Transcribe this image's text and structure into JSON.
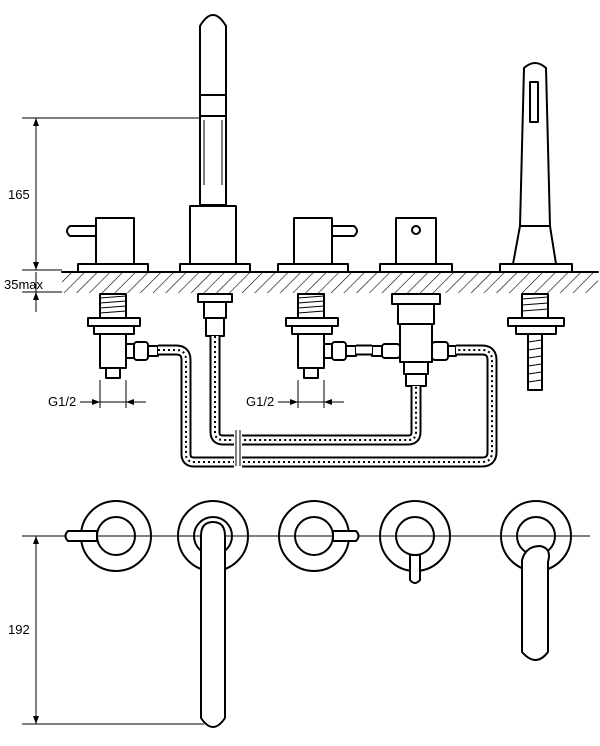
{
  "dimensions": {
    "spout_height": "165",
    "deck_thickness": "35max",
    "connection_left": "G1/2",
    "connection_right": "G1/2",
    "spout_reach": "192"
  }
}
